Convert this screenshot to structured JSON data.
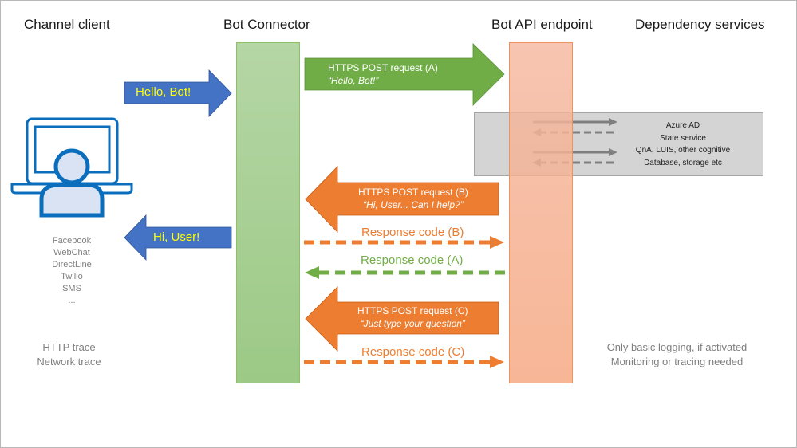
{
  "headers": {
    "channel_client": "Channel client",
    "bot_connector": "Bot Connector",
    "bot_api_endpoint": "Bot API endpoint",
    "dependency_services": "Dependency services"
  },
  "messages": {
    "hello_bot": "Hello, Bot!",
    "hi_user": "Hi, User!"
  },
  "requests": [
    {
      "title": "HTTPS POST request (A)",
      "quote": "“Hello, Bot!”",
      "direction": "right",
      "color": "#70ad47"
    },
    {
      "title": "HTTPS POST request (B)",
      "quote": "“Hi, User... Can I help?”",
      "direction": "left",
      "color": "#ed7d31"
    },
    {
      "title": "HTTPS POST request (C)",
      "quote": "“Just type your question”",
      "direction": "left",
      "color": "#ed7d31"
    }
  ],
  "responses": [
    {
      "label": "Response code (B)",
      "direction": "right",
      "color": "#ed7d31"
    },
    {
      "label": "Response code (A)",
      "direction": "left",
      "color": "#70ad47"
    },
    {
      "label": "Response code (C)",
      "direction": "right",
      "color": "#ed7d31"
    }
  ],
  "dependency_services": [
    "Azure AD",
    "State service",
    "QnA, LUIS, other cognitive",
    "Database, storage etc"
  ],
  "channels": [
    "Facebook",
    "WebChat",
    "DirectLine",
    "Twilio",
    "SMS",
    "..."
  ],
  "channel_notes": [
    "HTTP trace",
    "Network trace"
  ],
  "dependency_notes": [
    "Only basic logging, if activated",
    "Monitoring or tracing needed"
  ],
  "colors": {
    "blue_arrow": "#4472c4",
    "green": "#70ad47",
    "orange": "#ed7d31",
    "connector_column": "#a9d18e",
    "endpoint_column": "#f4b183",
    "dependency_box": "#d0d0d0",
    "yellow_text": "#ffff00"
  }
}
